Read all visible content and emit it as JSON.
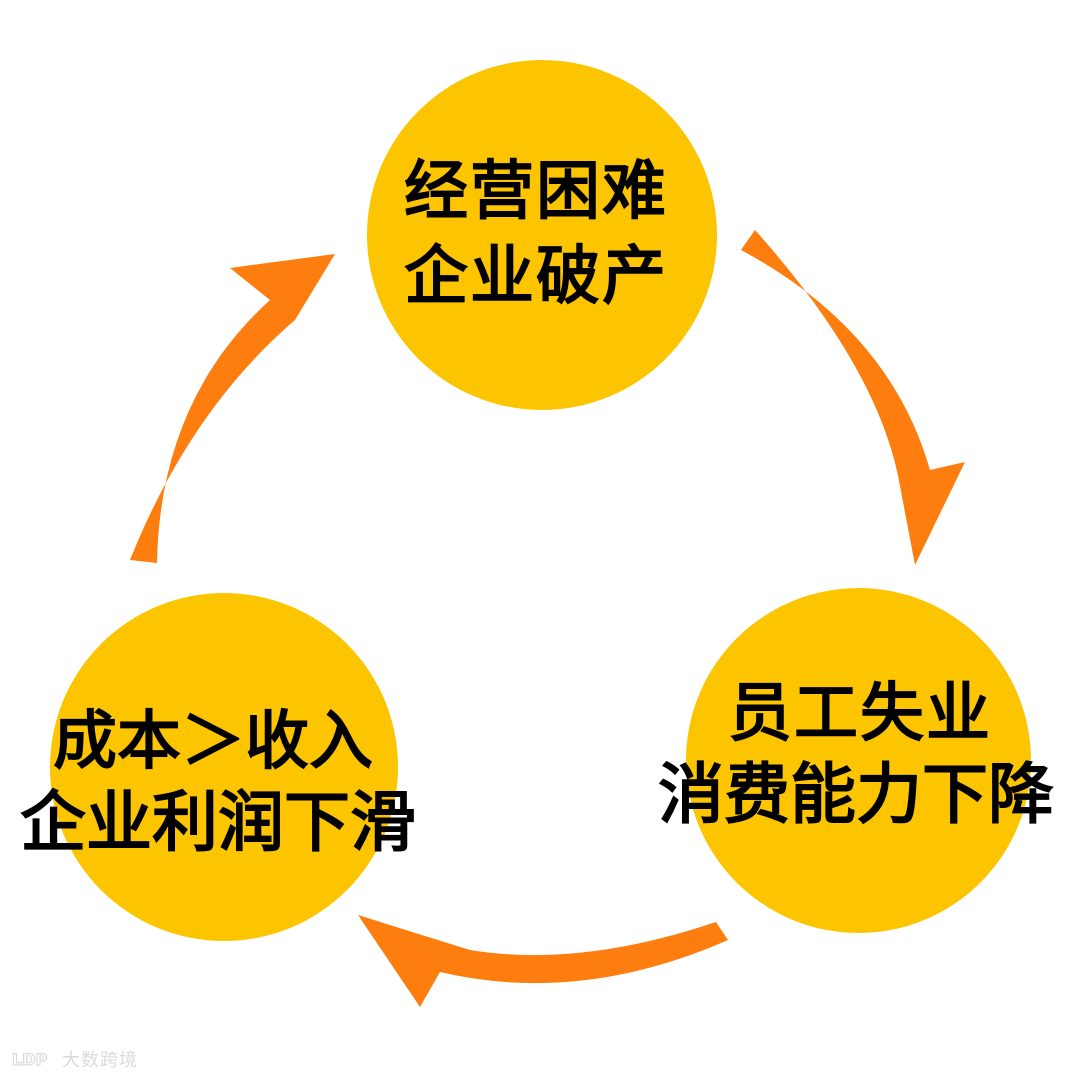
{
  "colors": {
    "circle_fill": "#fdc400",
    "arrow_fill": "#fd7d0e",
    "text": "#000000",
    "watermark": "#bdbdbd"
  },
  "nodes": {
    "top": {
      "line1": "经营困难",
      "line2": "企业破产"
    },
    "right": {
      "line1": "员工失业",
      "line2": "消费能力下降"
    },
    "left": {
      "line1": "成本＞收入",
      "line2": "企业利润下滑"
    }
  },
  "watermark": {
    "logo_icon": "ldp-logo-icon",
    "text": "大数跨境"
  }
}
